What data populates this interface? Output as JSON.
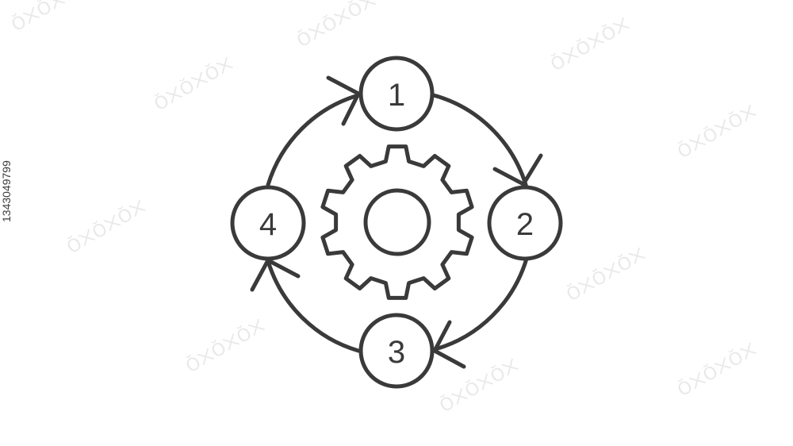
{
  "steps": [
    {
      "label": "1"
    },
    {
      "label": "2"
    },
    {
      "label": "3"
    },
    {
      "label": "4"
    }
  ],
  "center_icon": "gear-icon",
  "arrow_direction": "clockwise",
  "stock_id": "1343049799",
  "colors": {
    "line": "#3a3a3a",
    "background": "#ffffff"
  }
}
